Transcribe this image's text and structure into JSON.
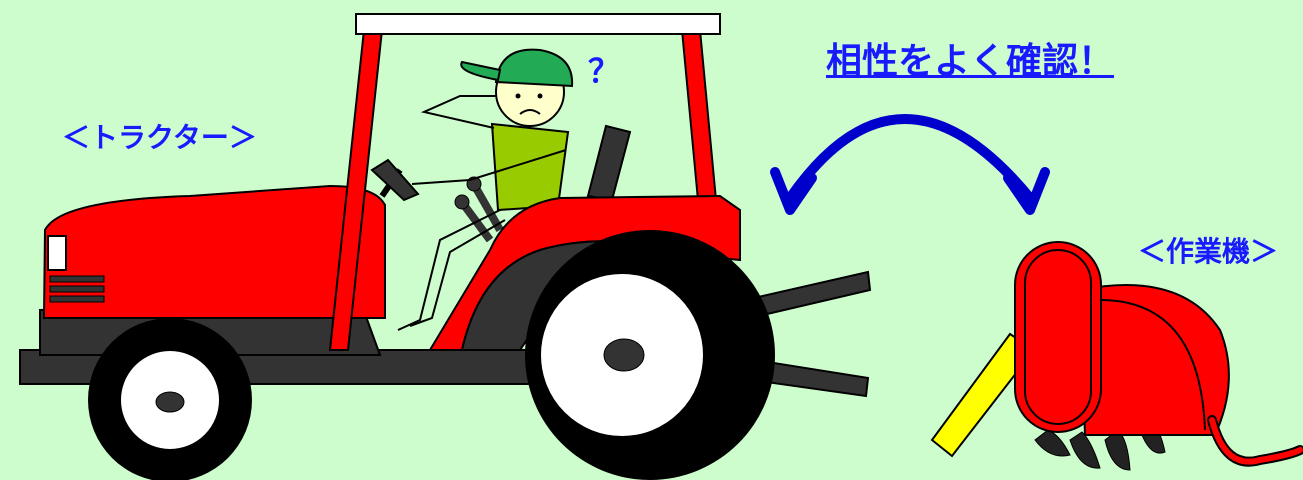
{
  "labels": {
    "tractor": "＜トラクター＞",
    "implement": "＜作業機＞",
    "compatibility": "相性をよく確認！",
    "question": "？"
  },
  "colors": {
    "background": "#cdfdcd",
    "tractor_body": "#ff0000",
    "dark_parts": "#333333",
    "tire": "#000000",
    "shirt": "#99cc00",
    "cap": "#22aa55",
    "arrow": "#0000cc",
    "text": "#1a1aff",
    "guard": "#ffff00"
  }
}
